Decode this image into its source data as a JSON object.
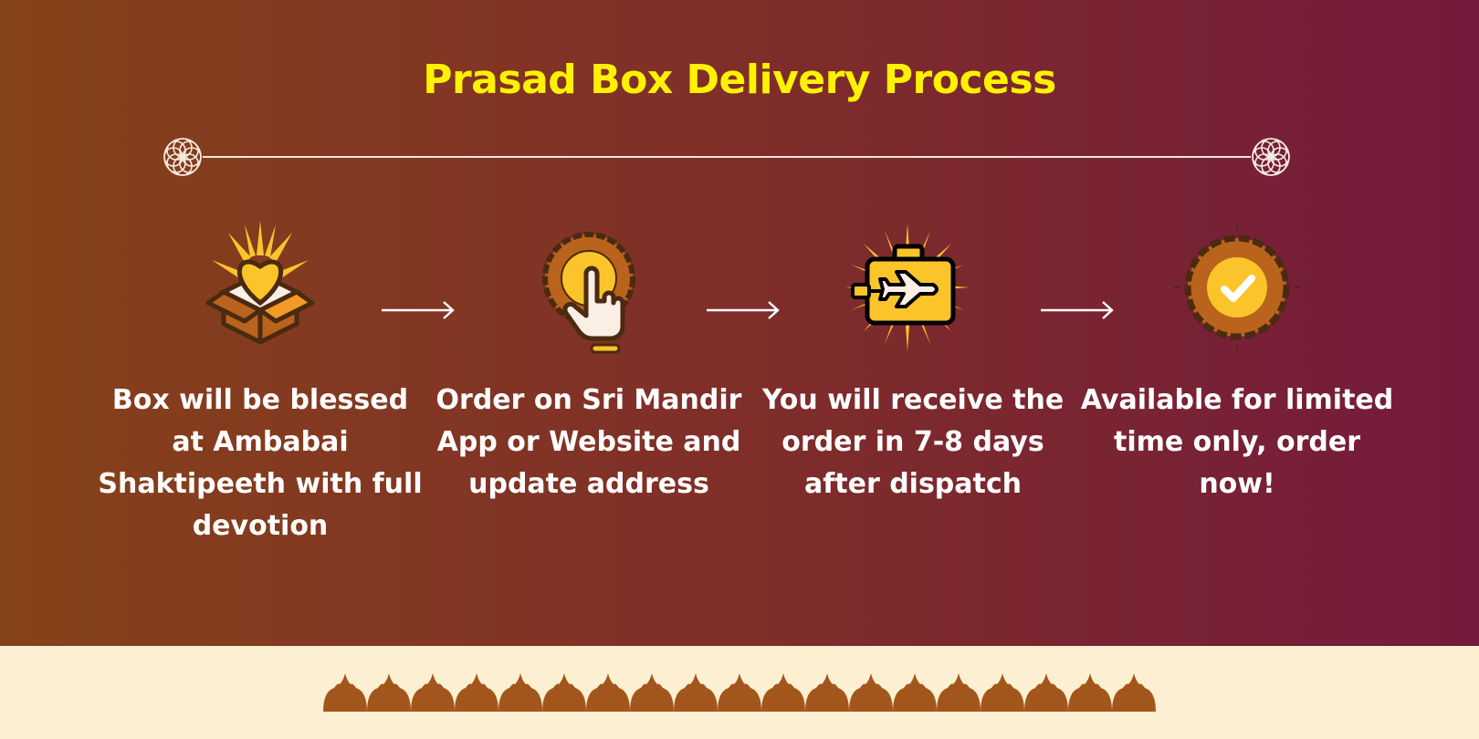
{
  "title": "Prasad Box Delivery Process",
  "colors": {
    "title": "#fff200",
    "bg_left": "#86421a",
    "bg_right": "#741a3c",
    "band": "#fdf0d2",
    "ornament": "#a3561c",
    "accent_yellow": "#fbc42a"
  },
  "steps": [
    {
      "icon": "gift-box-heart-icon",
      "text": "Box will be blessed at Ambabai Shaktipeeth with full devotion"
    },
    {
      "icon": "tap-hand-icon",
      "text": "Order on Sri Mandir App or Website and update address"
    },
    {
      "icon": "suitcase-plane-icon",
      "text": "You will receive the order in 7-8 days after dispatch"
    },
    {
      "icon": "badge-check-icon",
      "text": "Available for limited time only, order now!"
    }
  ]
}
